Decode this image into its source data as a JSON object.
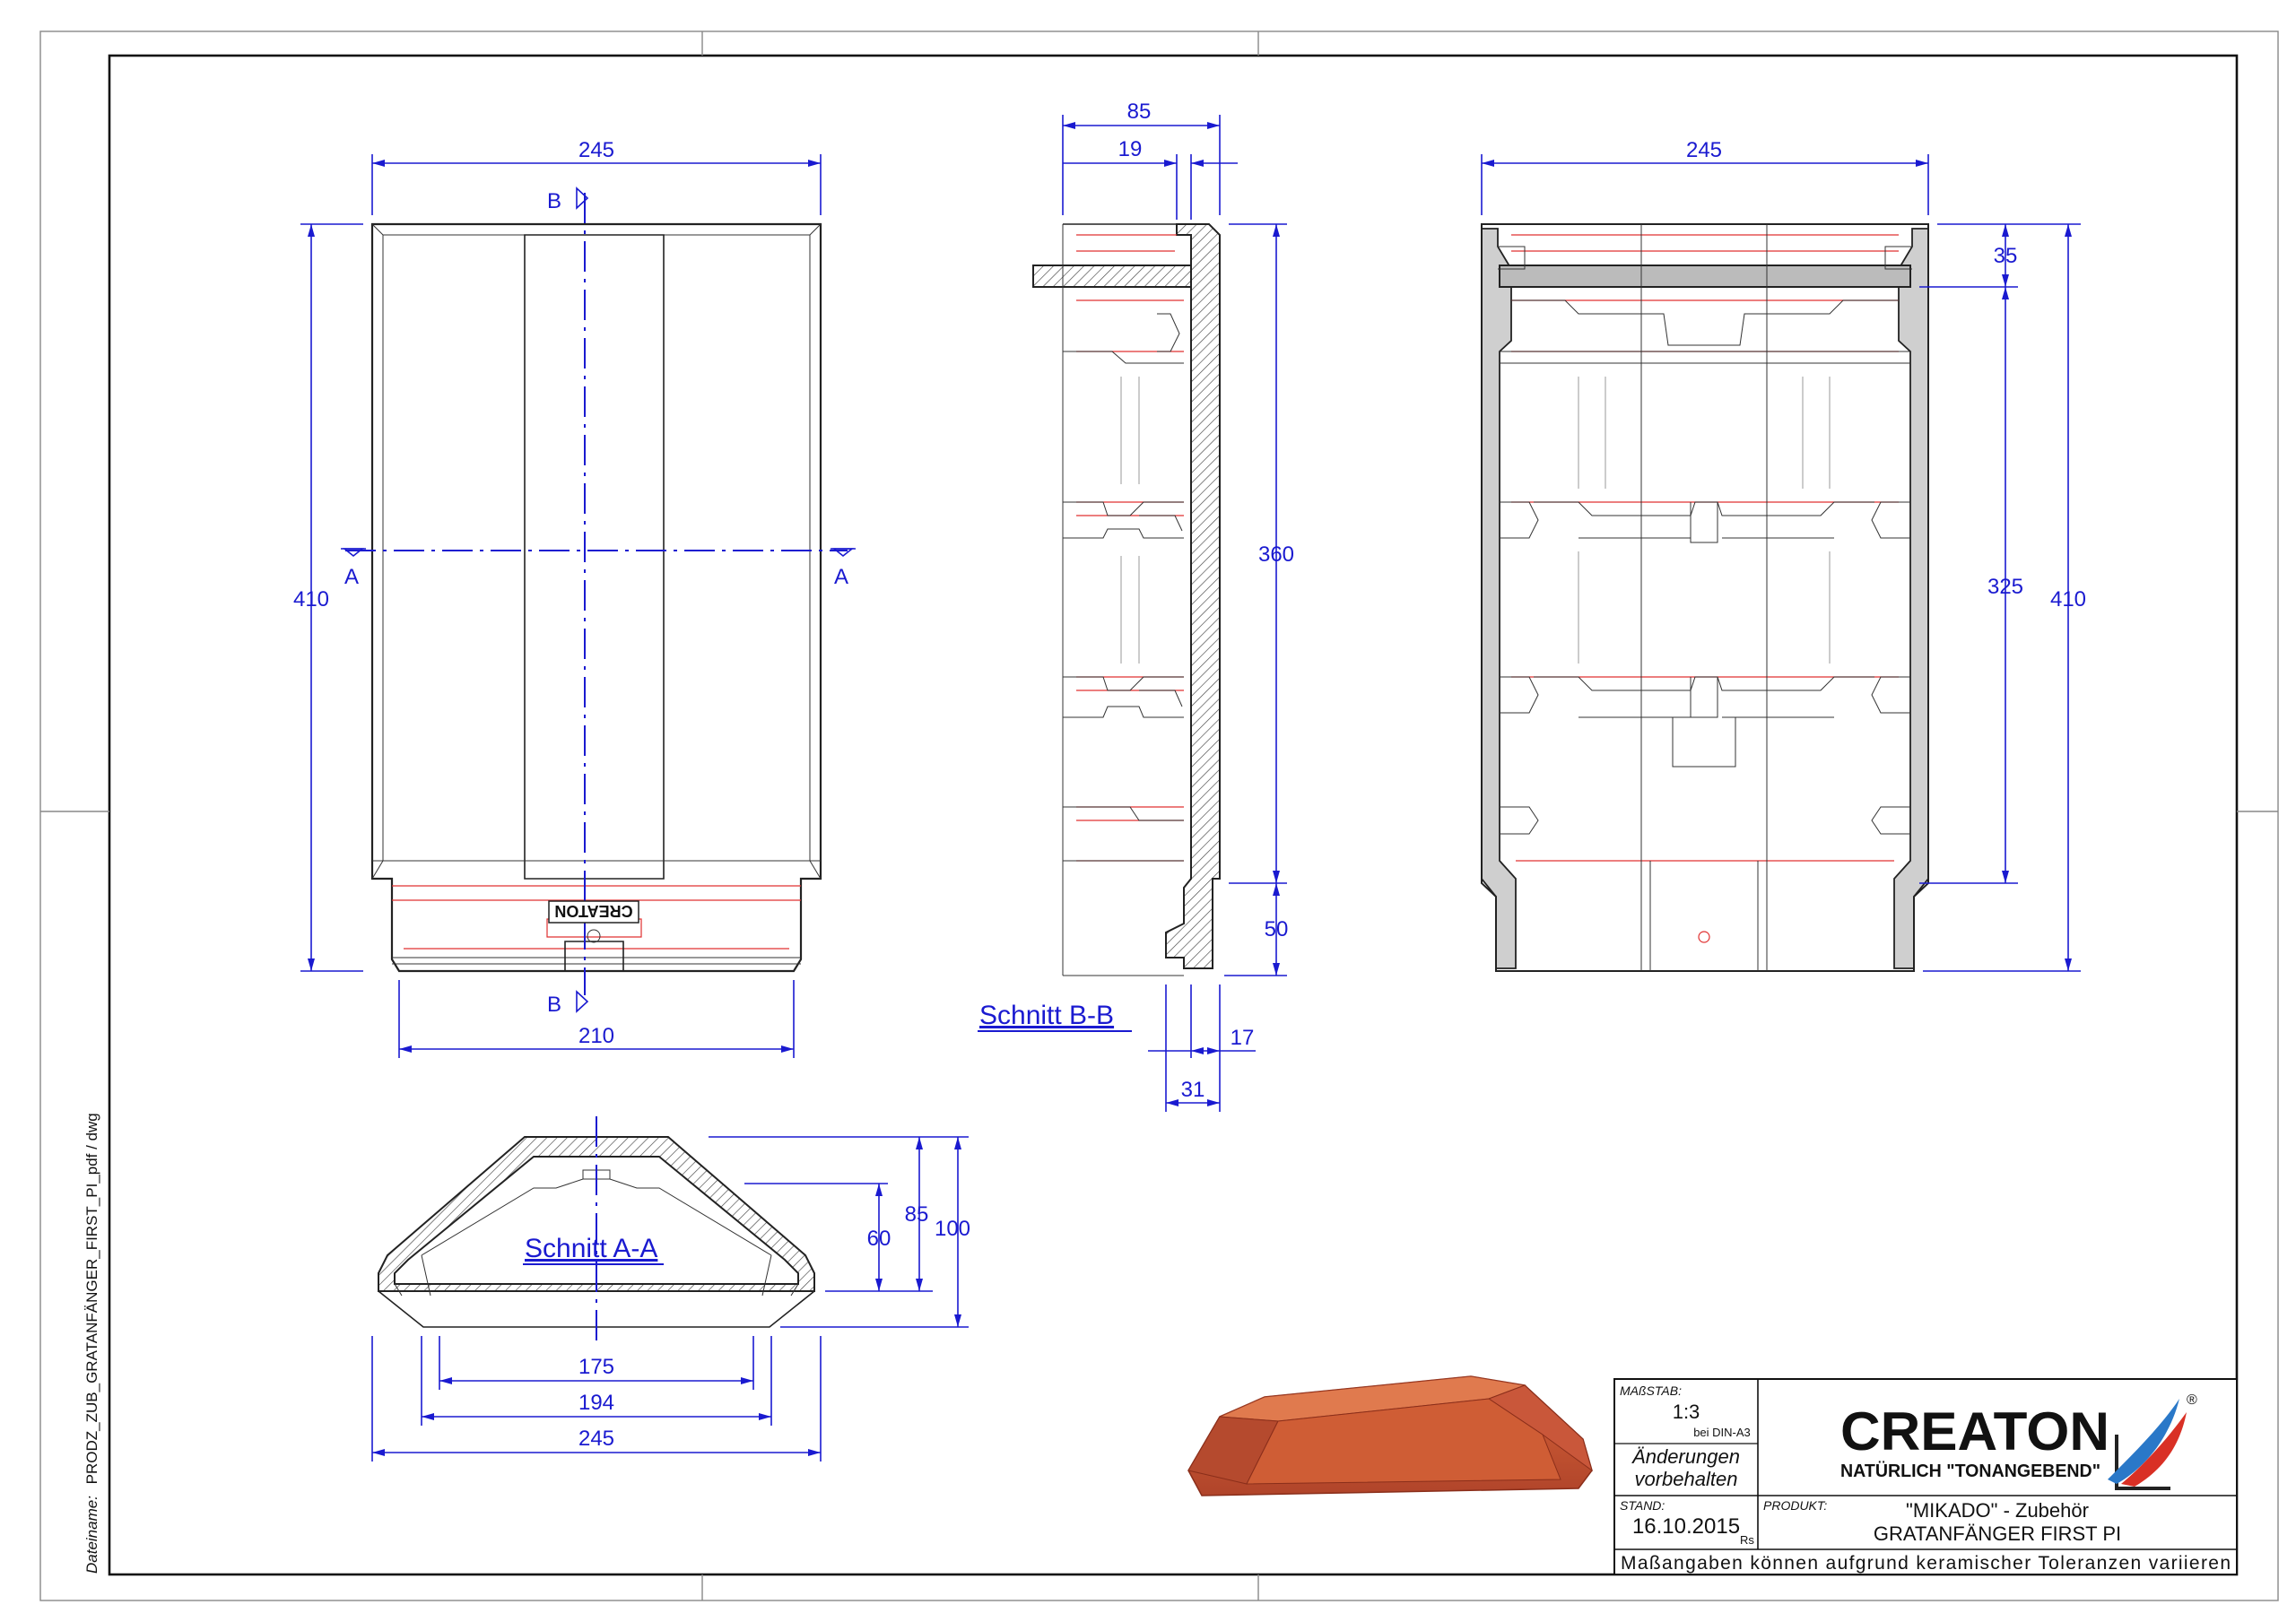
{
  "colors": {
    "dimension": "#1a1ad0",
    "hidden_edges": "#e03030",
    "outline": "#222222",
    "tile": "#c4532e"
  },
  "views": {
    "front": {
      "dims": {
        "width_top": "245",
        "height": "410",
        "width_bottom": "210"
      },
      "section_marks": {
        "b_top": "B",
        "b_bottom": "B",
        "a_left": "A",
        "a_right": "A"
      },
      "stamp": "CREATON"
    },
    "side": {
      "dims": {
        "top_total": "85",
        "top_inner": "19",
        "height_main": "360",
        "height_lower": "50",
        "bottom_17": "17",
        "bottom_31": "31"
      },
      "label": "Schnitt B-B"
    },
    "back": {
      "dims": {
        "width": "245",
        "h_35": "35",
        "h_325": "325",
        "h_410": "410"
      }
    },
    "section_a": {
      "label": "Schnitt A-A",
      "dims": {
        "h_60": "60",
        "h_85": "85",
        "h_100": "100",
        "w_175": "175",
        "w_194": "194",
        "w_245": "245"
      }
    }
  },
  "filename_label": "Dateiname:",
  "filename": "PRODZ_ZUB_GRATANFÄNGER_FIRST_PI_pdf / dwg",
  "title_block": {
    "scale_label": "MAßSTAB:",
    "scale_value": "1:3",
    "scale_note": "bei DIN-A3",
    "changes_line1": "Änderungen",
    "changes_line2": "vorbehalten",
    "date_label": "STAND:",
    "date_value": "16.10.2015",
    "date_suffix": "Rs",
    "product_label": "PRODUKT:",
    "product_line1": "\"MIKADO\" - Zubehör",
    "product_line2": "GRATANFÄNGER FIRST PI",
    "brand": "CREATON",
    "slogan": "NATÜRLICH \"TONANGEBEND\"",
    "registered": "®",
    "disclaimer": "Maßangaben können aufgrund keramischer Toleranzen variieren"
  }
}
